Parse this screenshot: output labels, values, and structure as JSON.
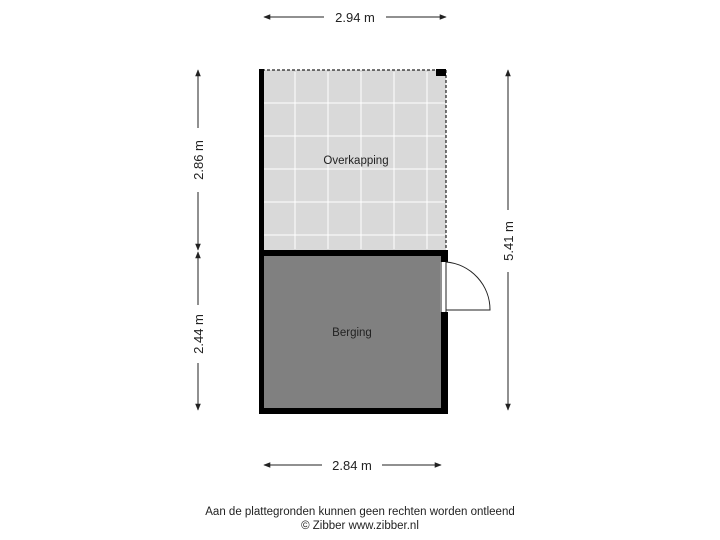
{
  "dimensions": {
    "top_width": "2.94 m",
    "bottom_width": "2.84 m",
    "left_upper_height": "2.86 m",
    "left_lower_height": "2.44 m",
    "right_total_height": "5.41 m"
  },
  "rooms": {
    "upper": "Overkapping",
    "lower": "Berging"
  },
  "footer": {
    "disclaimer": "Aan de plattegronden kunnen geen rechten worden ontleend",
    "copyright": "© Zibber www.zibber.nl"
  },
  "colors": {
    "wall": "#000000",
    "overkapping_fill": "#d9d9d9",
    "berging_fill": "#808080",
    "grid_line": "#ffffff",
    "dimension_line": "#222222"
  }
}
